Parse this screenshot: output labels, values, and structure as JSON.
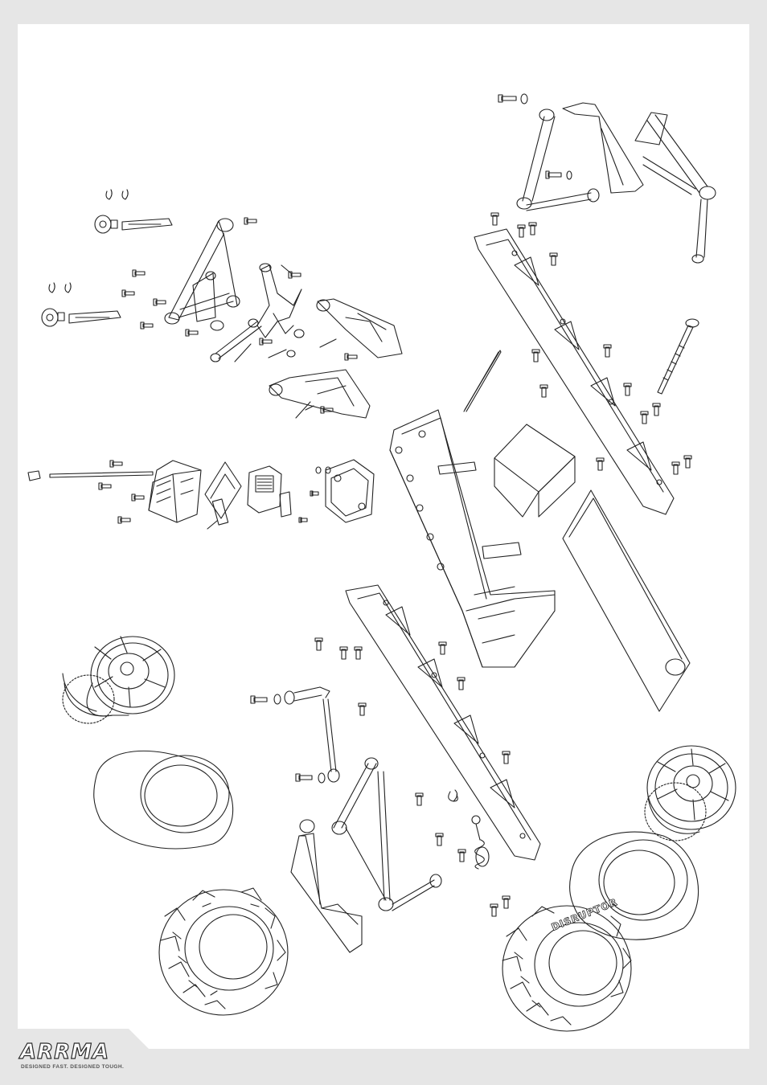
{
  "brand": {
    "logo": "ARRMA",
    "tagline": "DESIGNED FAST. DESIGNED TOUGH.",
    "tire_text": "DISRUPTOR"
  },
  "colors": {
    "page_background": "#e6e6e6",
    "sheet": "#ffffff",
    "line_art": "#222222"
  }
}
